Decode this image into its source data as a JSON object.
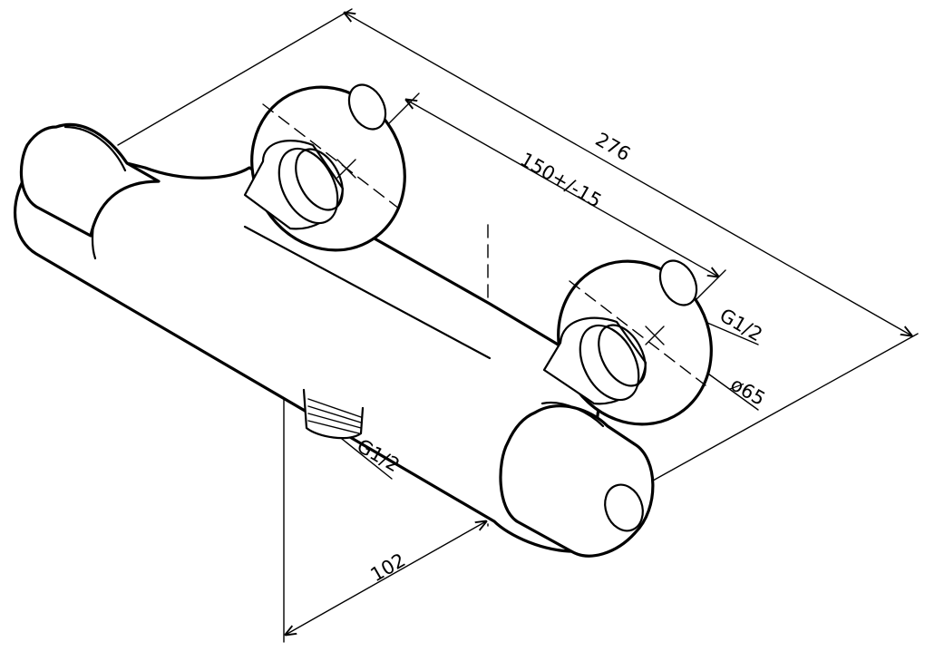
{
  "dimensions": {
    "overall_length": "276",
    "centre_distance": "150+/-15",
    "projection": "102",
    "flange_diameter": "ø65",
    "inlet_thread": "G1/2",
    "outlet_thread": "G1/2"
  },
  "colors": {
    "line": "#000000",
    "background": "#ffffff"
  }
}
